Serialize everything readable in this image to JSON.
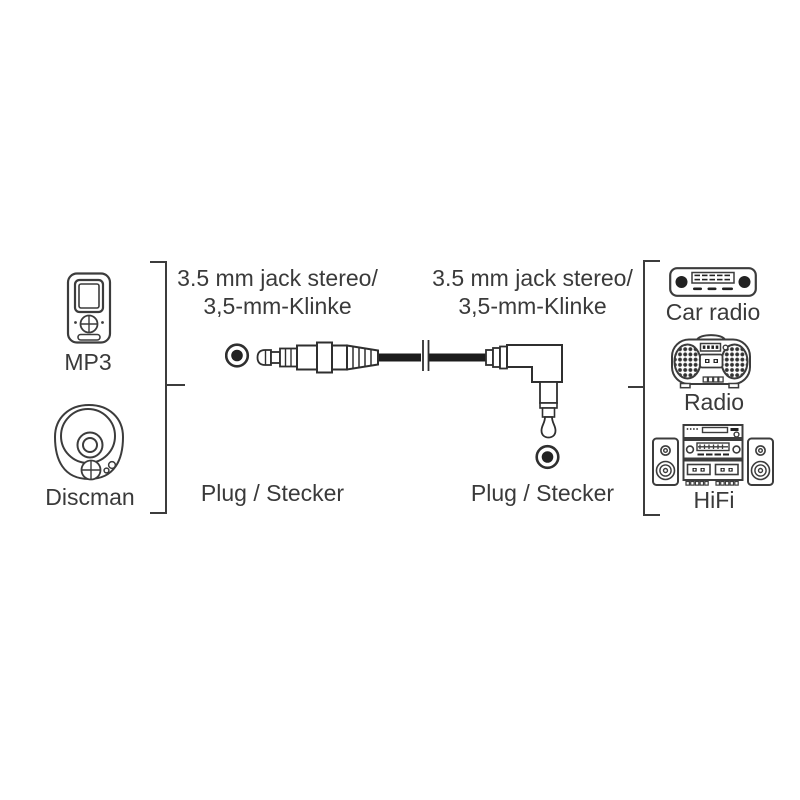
{
  "diagram": {
    "title_hint": "3.5 mm stereo jack audio cable compatibility diagram",
    "colors": {
      "background": "#ffffff",
      "line": "#3c3c3c",
      "text": "#3a3a3a",
      "cable": "#1c1c1c"
    },
    "left_connector": {
      "type_line1": "3.5 mm jack stereo/",
      "type_line2": "3,5-mm-Klinke",
      "role": "Plug / Stecker"
    },
    "right_connector": {
      "type_line1": "3.5 mm jack stereo/",
      "type_line2": "3,5-mm-Klinke",
      "role": "Plug / Stecker"
    },
    "left_devices": [
      {
        "label": "MP3",
        "icon": "mp3-player-icon"
      },
      {
        "label": "Discman",
        "icon": "discman-icon"
      }
    ],
    "right_devices": [
      {
        "label": "Car radio",
        "icon": "car-radio-icon"
      },
      {
        "label": "Radio",
        "icon": "boombox-radio-icon"
      },
      {
        "label": "HiFi",
        "icon": "hifi-system-icon"
      }
    ]
  }
}
